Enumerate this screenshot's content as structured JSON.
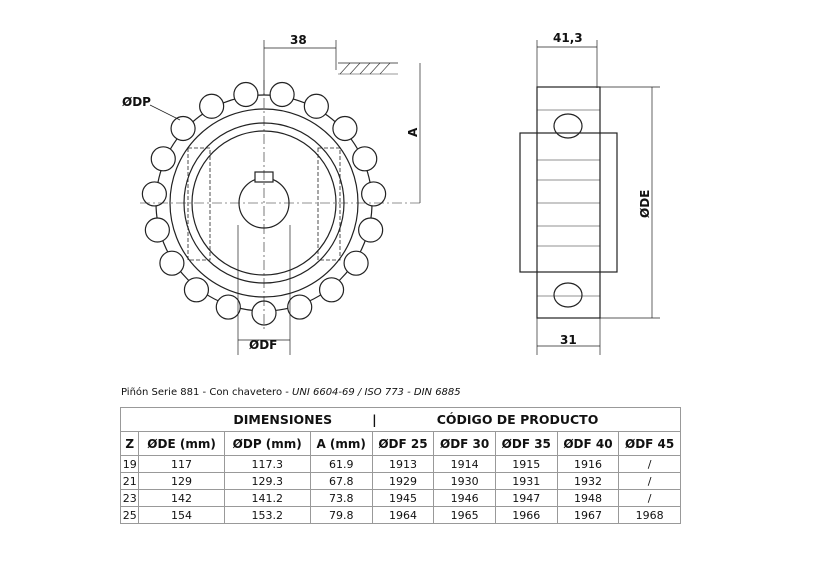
{
  "drawing": {
    "labels": {
      "dim_38": "38",
      "dim_A": "A",
      "dim_DP": "ØDP",
      "dim_DF": "ØDF",
      "dim_41_3": "41,3",
      "dim_DE": "ØDE",
      "dim_31": "31"
    },
    "teeth": 19
  },
  "caption": {
    "plain": "Piñón Serie 881 - Con chavetero - ",
    "italic": "UNI 6604-69 / ISO 773 - DIN 6885"
  },
  "table": {
    "group_left": "DIMENSIONES",
    "separator": "|",
    "group_right": "CÓDIGO DE PRODUCTO",
    "headers": [
      "Z",
      "ØDE (mm)",
      "ØDP (mm)",
      "A (mm)",
      "ØDF 25",
      "ØDF 30",
      "ØDF 35",
      "ØDF 40",
      "ØDF 45"
    ],
    "rows": [
      [
        "19",
        "117",
        "117.3",
        "61.9",
        "1913",
        "1914",
        "1915",
        "1916",
        "/"
      ],
      [
        "21",
        "129",
        "129.3",
        "67.8",
        "1929",
        "1930",
        "1931",
        "1932",
        "/"
      ],
      [
        "23",
        "142",
        "141.2",
        "73.8",
        "1945",
        "1946",
        "1947",
        "1948",
        "/"
      ],
      [
        "25",
        "154",
        "153.2",
        "79.8",
        "1964",
        "1965",
        "1966",
        "1967",
        "1968"
      ]
    ]
  }
}
